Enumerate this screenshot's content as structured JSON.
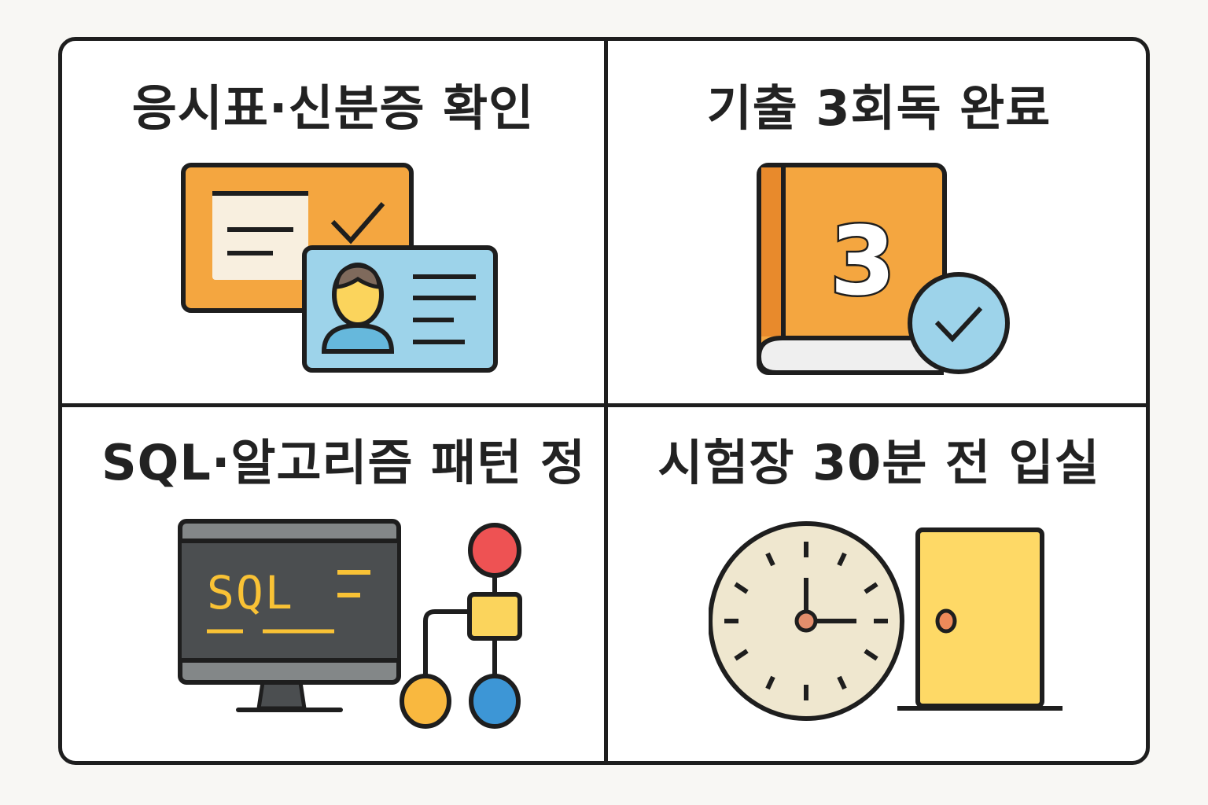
{
  "panels": [
    {
      "id": "admission-ticket-id-check",
      "title": "응시표·신분증 확인",
      "icons": [
        "admission-ticket-icon",
        "checkmark-icon",
        "id-card-icon",
        "person-avatar-icon"
      ]
    },
    {
      "id": "past-exams-3-rounds",
      "title": "기출 3회독 완료",
      "book_number": "3",
      "icons": [
        "book-icon",
        "check-badge-icon"
      ]
    },
    {
      "id": "sql-algorithm-patterns",
      "title": "SQL·알고리즘 패턴 정",
      "monitor_text": "SQL",
      "icons": [
        "monitor-icon",
        "flowchart-icon"
      ]
    },
    {
      "id": "arrive-30min-early",
      "title": "시험장 30분 전 입실",
      "clock_time": "3:00",
      "icons": [
        "clock-icon",
        "door-icon"
      ]
    }
  ],
  "colors": {
    "outline": "#1e1e1e",
    "orange": "#f4a640",
    "orange_dark": "#e88a2c",
    "cream": "#f8efdf",
    "light_blue": "#9dd3ea",
    "shirt_blue": "#66b8dc",
    "skin_yellow": "#fbd45c",
    "hair_brown": "#7f6a5c",
    "monitor_dark": "#4b4e50",
    "monitor_gray": "#838788",
    "code_yellow": "#f9c235",
    "node_red": "#ee5253",
    "node_square": "#fbd45c",
    "node_orange": "#f9b83f",
    "node_blue": "#3d96d6",
    "clock_face": "#efe7cf",
    "clock_center": "#e38e6c",
    "door_yellow": "#fed966",
    "door_knob": "#ef8a5a",
    "page_bg": "#f8f7f4"
  }
}
